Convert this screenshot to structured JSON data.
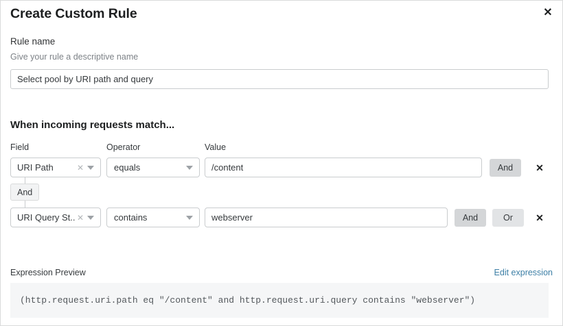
{
  "modal": {
    "title": "Create Custom Rule",
    "close_icon": "close-icon"
  },
  "rule_name": {
    "label": "Rule name",
    "description": "Give your rule a descriptive name",
    "value": "Select pool by URI path and query",
    "placeholder": "Select pool by URI path and query"
  },
  "conditions_section": {
    "heading": "When incoming requests match...",
    "columns": {
      "field": "Field",
      "operator": "Operator",
      "value": "Value"
    },
    "connector": "And",
    "rows": [
      {
        "field": "URI Path",
        "operator": "equals",
        "value": "/content",
        "clear_icon": "clear-icon",
        "caret_icon": "chevron-down-icon",
        "and_label": "And",
        "delete_icon": "delete-icon"
      },
      {
        "field": "URI Query St...",
        "operator": "contains",
        "value": "webserver",
        "clear_icon": "clear-icon",
        "caret_icon": "chevron-down-icon",
        "and_label": "And",
        "or_label": "Or",
        "delete_icon": "delete-icon"
      }
    ]
  },
  "expression_preview": {
    "label": "Expression Preview",
    "edit_link": "Edit expression",
    "expression": "(http.request.uri.path eq \"/content\" and http.request.uri.query contains \"webserver\")"
  },
  "colors": {
    "link": "#3d7fa6",
    "button_bg": "#d4d6d8",
    "border": "#c9ccce",
    "preview_bg": "#f5f6f7"
  }
}
